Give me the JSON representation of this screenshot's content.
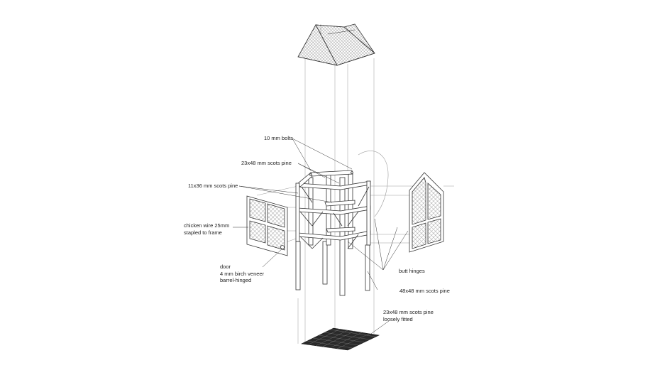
{
  "annotations": {
    "bolts": "10 mm bolts",
    "frame_pine_23x48": "23x48 mm scots pine",
    "pine_11x36": "11x36 mm scots pine",
    "chicken_wire_line1": "chicken wire 25mm",
    "chicken_wire_line2": "stapled to frame",
    "door_line1": "door",
    "door_line2": "4 mm birch veneer",
    "door_line3": "barrel-hinged",
    "butt_hinges": "butt hinges",
    "legs_pine_48x48": "48x48 mm scots pine",
    "floor_line1": "23x48 mm scots pine",
    "floor_line2": "loosely fitted"
  },
  "colors": {
    "line": "#333333",
    "thin": "#8a8a8a",
    "floor": "#2a2a2a"
  }
}
